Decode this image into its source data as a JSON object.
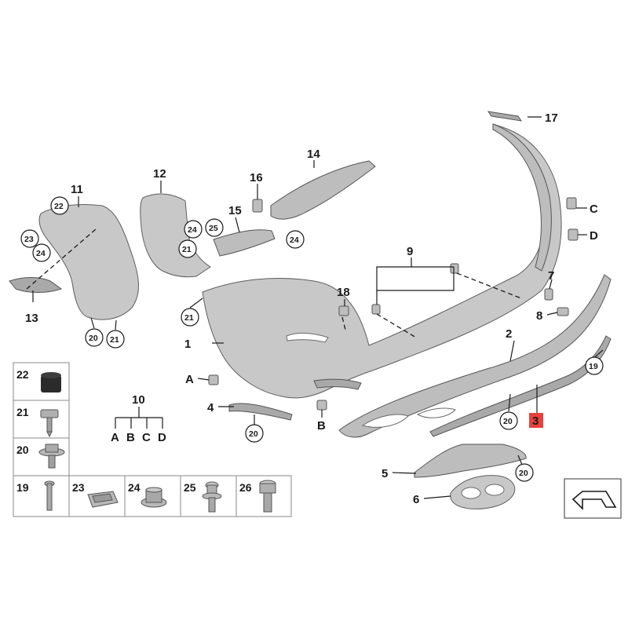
{
  "callouts": {
    "n1": "1",
    "n2": "2",
    "n3": "3",
    "n4": "4",
    "n5": "5",
    "n6": "6",
    "n7": "7",
    "n8": "8",
    "n9": "9",
    "n10": "10",
    "n11": "11",
    "n12": "12",
    "n13": "13",
    "n14": "14",
    "n15": "15",
    "n16": "16",
    "n17": "17",
    "n18": "18",
    "c19": "19",
    "c20": "20",
    "c21": "21",
    "c22": "22",
    "c23": "23",
    "c24": "24",
    "c25": "25",
    "A": "A",
    "B": "B",
    "C": "C",
    "D": "D"
  },
  "highlighted_part": "3",
  "legend": {
    "group_number": "10",
    "group_letters": [
      "A",
      "B",
      "C",
      "D"
    ],
    "cells": [
      "22",
      "21",
      "20",
      "19",
      "23",
      "24",
      "25",
      "26"
    ]
  },
  "colors": {
    "highlight": "#e8413c",
    "part_fill": "#c8c8c8"
  },
  "icons": {
    "orientation": "orientation-arrow-icon"
  }
}
